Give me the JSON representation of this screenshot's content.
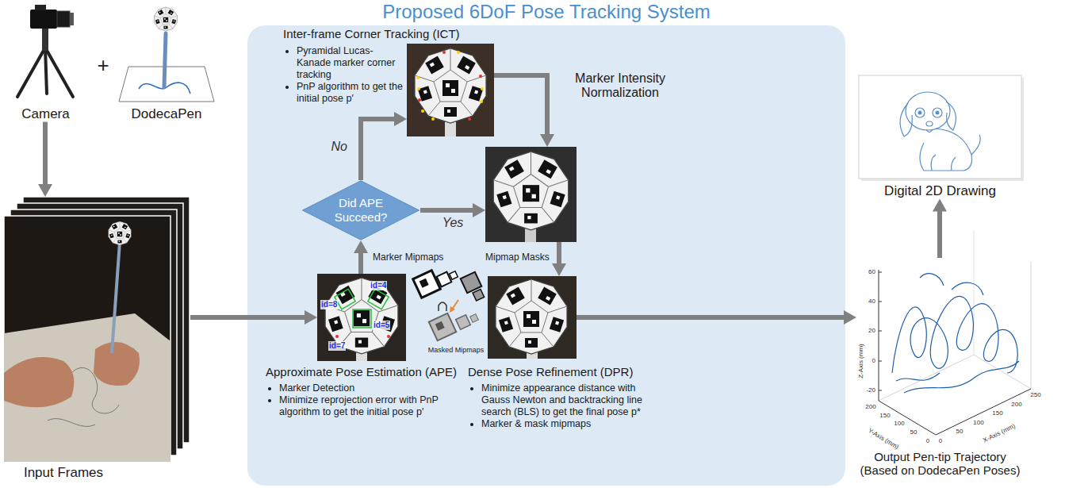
{
  "diagram": {
    "nodes": [
      {
        "text": [
          "Camera"
        ]
      },
      {
        "text": [
          "DodecaPen"
        ]
      },
      {
        "text": [
          "Input Frames"
        ]
      },
      {
        "text": [
          "Proposed 6DoF Pose Tracking System"
        ]
      },
      {
        "text": [
          "Approximate Pose Estimation (APE)",
          "Marker Detection",
          "Minimize reprojection error with PnP algorithm to get the initial pose p′"
        ],
        "in": 3
      },
      {
        "text": [
          "Did APE Succeed?"
        ],
        "in": 3
      },
      {
        "text": [
          "Inter-frame Corner Tracking (ICT)",
          "Pyramidal Lucas-Kanade marker corner tracking",
          "PnP algorithm to get the initial pose p′"
        ],
        "in": 3
      },
      {
        "text": [
          "Marker Intensity Normalization"
        ],
        "in": 3
      },
      {
        "text": [
          "Dense Pose Refinement (DPR)",
          "Minimize appearance distance with Gauss Newton and backtracking line search (BLS) to get the final pose p*",
          "Marker & mask mipmaps"
        ],
        "in": 3
      },
      {
        "text": [
          "Output Pen-tip Trajectory (Based on DodecaPen Poses)"
        ]
      },
      {
        "text": [
          "Digital 2D Drawing"
        ]
      }
    ],
    "edges": [
      {
        "from": 0,
        "to": 2,
        "arrow": "to"
      },
      {
        "from": 2,
        "to": 4,
        "arrow": "to"
      },
      {
        "from": 4,
        "to": 5,
        "arrow": "to"
      },
      {
        "from": 5,
        "to": 6,
        "label": "No",
        "arrow": "to"
      },
      {
        "from": 5,
        "to": 7,
        "label": "Yes",
        "arrow": "to"
      },
      {
        "from": 6,
        "to": 7,
        "arrow": "to"
      },
      {
        "from": 7,
        "to": 8,
        "arrow": "to"
      },
      {
        "from": 8,
        "to": 9,
        "arrow": "to"
      },
      {
        "from": 9,
        "to": 10,
        "arrow": "to"
      }
    ],
    "labels": [
      "+",
      "id=4",
      "id=8",
      "id=5",
      "id=7",
      "Marker Mipmaps",
      "Mipmap Masks",
      "Masked Mipmaps",
      "Z-Axis (mm)",
      "60",
      "40",
      "20",
      "0",
      "-20",
      "Y-Axis (mm)",
      "200",
      "150",
      "100",
      "50",
      "0",
      "X-Axis (mm)",
      "0",
      "50",
      "100",
      "150",
      "200",
      "250"
    ]
  }
}
